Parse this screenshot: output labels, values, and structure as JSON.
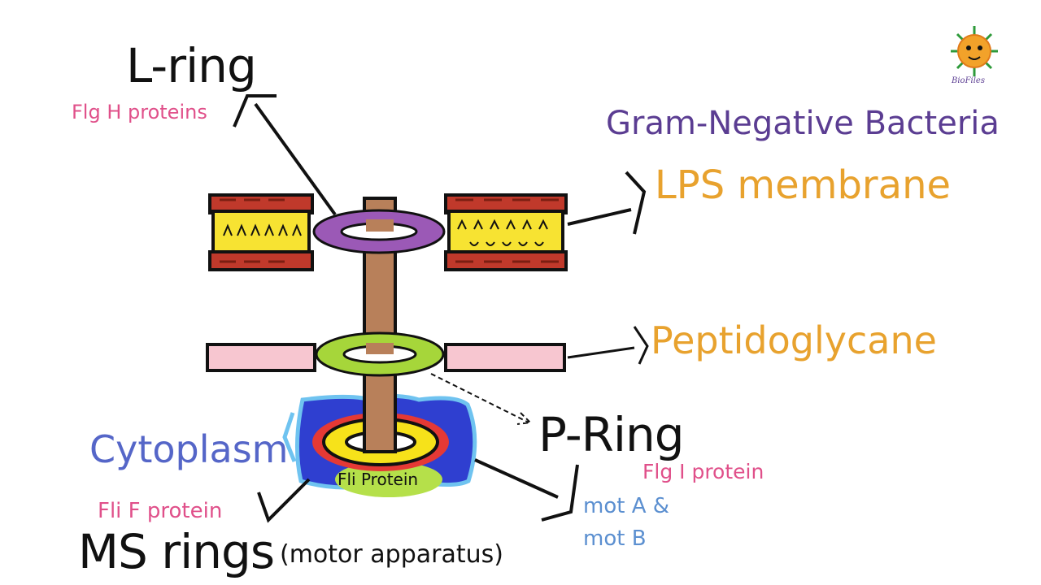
{
  "labels": {
    "l_ring": "L-ring",
    "l_ring_protein": "Flg H proteins",
    "title": "Gram-Negative Bacteria",
    "lps": "LPS membrane",
    "peptidoglycane": "Peptidoglycane",
    "p_ring": "P-Ring",
    "p_ring_protein": "Flg I protein",
    "mot_a": "mot A &",
    "mot_b": "mot B",
    "cytoplasm": "Cytoplasm",
    "fli_protein": "Fli Protein",
    "fli_f": "Fli F protein",
    "ms_rings": "MS rings",
    "motor_apparatus": "(motor apparatus)",
    "logo_text": "BioFiles"
  },
  "colors": {
    "lps_outer": "#c0392b",
    "lps_inner": "#f7e332",
    "l_ring": "#9b59b6",
    "p_ring": "#a6d63a",
    "rod": "#b8805a",
    "peptidoglycan": "#f7c6d0",
    "cytoplasm": "#2f3fd0",
    "cytoplasm_outline": "#6fc3f0",
    "ms_outer": "#e53935",
    "ms_inner": "#f6e21a",
    "fli_protein": "#b5e04a"
  }
}
